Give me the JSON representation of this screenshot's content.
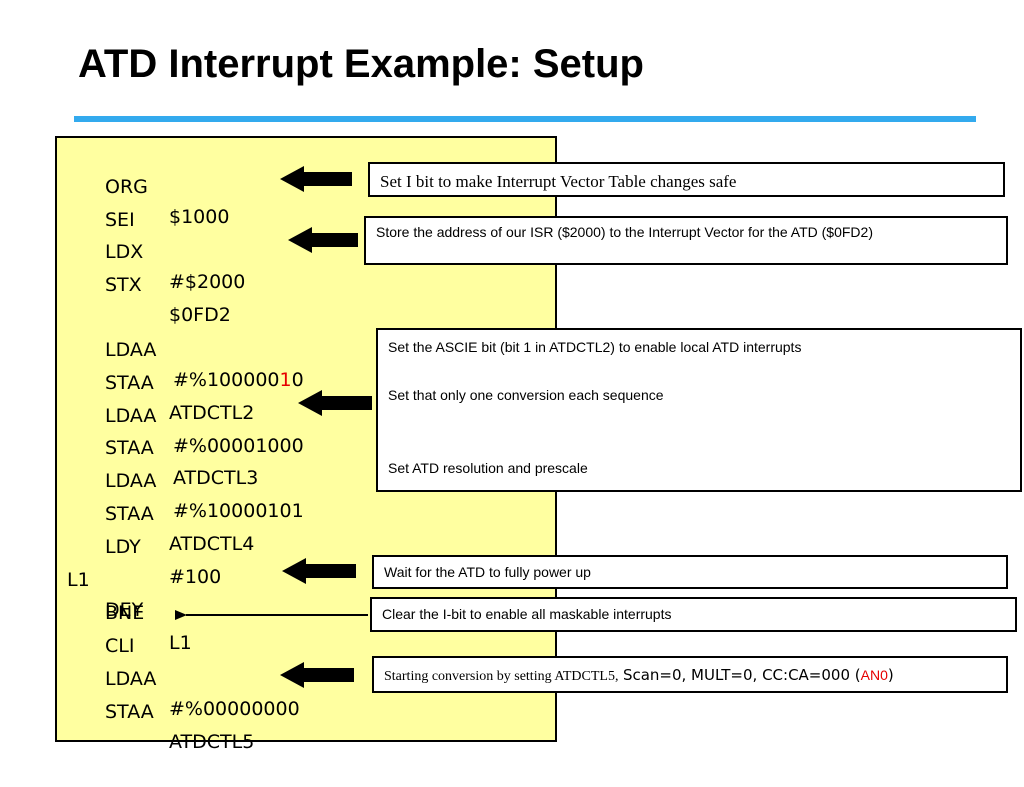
{
  "slide": {
    "title": "ATD Interrupt Example: Setup",
    "accent_color": "#33aaee",
    "panel_color": "#ffffa0"
  },
  "code": [
    {
      "label": "",
      "op": "ORG",
      "arg": "$1000"
    },
    {
      "label": "",
      "op": "SEI",
      "arg": ""
    },
    {
      "label": "",
      "op": "LDX",
      "arg": "#$2000"
    },
    {
      "label": "",
      "op": "STX",
      "arg": "$0FD2"
    },
    {
      "label": "",
      "op": "",
      "arg": ""
    },
    {
      "label": "",
      "op": "LDAA",
      "arg_pre": "#%100000",
      "arg_red": "1",
      "arg_post": "0"
    },
    {
      "label": "",
      "op": "STAA",
      "arg": "ATDCTL2"
    },
    {
      "label": "",
      "op": "LDAA",
      "arg": "#%00001000"
    },
    {
      "label": "",
      "op": "STAA",
      "arg": "ATDCTL3"
    },
    {
      "label": "",
      "op": "LDAA",
      "arg": "#%10000101"
    },
    {
      "label": "",
      "op": "STAA",
      "arg": "ATDCTL4"
    },
    {
      "label": "",
      "op": "LDY",
      "arg": "#100"
    },
    {
      "label": "L1",
      "op": "DEY",
      "arg": ""
    },
    {
      "label": "",
      "op": "BNE",
      "arg": "L1"
    },
    {
      "label": "",
      "op": "CLI",
      "arg": ""
    },
    {
      "label": "",
      "op": "LDAA",
      "arg": "#%00000000"
    },
    {
      "label": "",
      "op": "STAA",
      "arg": "ATDCTL5"
    }
  ],
  "notes": {
    "sei": "Set I bit to make Interrupt Vector Table changes safe",
    "vector": "Store the address of our ISR ($2000) to the Interrupt Vector for the ATD ($0FD2)",
    "ctl2": "Set the ASCIE bit (bit 1 in ATDCTL2) to enable local ATD interrupts",
    "ctl3": "Set that only one conversion each sequence",
    "ctl4": "Set ATD resolution and prescale",
    "wait": "Wait for the ATD to fully power up",
    "cli": "Clear the I-bit to enable all maskable interrupts",
    "start_prefix": "Starting conversion by setting ATDCTL5,",
    "start_params": "Scan=0, MULT=0, CC:CA=000 (",
    "start_an": "AN0",
    "start_close": ")"
  },
  "icons": [
    "block-arrow-left-icon",
    "thin-arrow-left-icon"
  ],
  "colors": {
    "highlight_red": "#e60000"
  }
}
